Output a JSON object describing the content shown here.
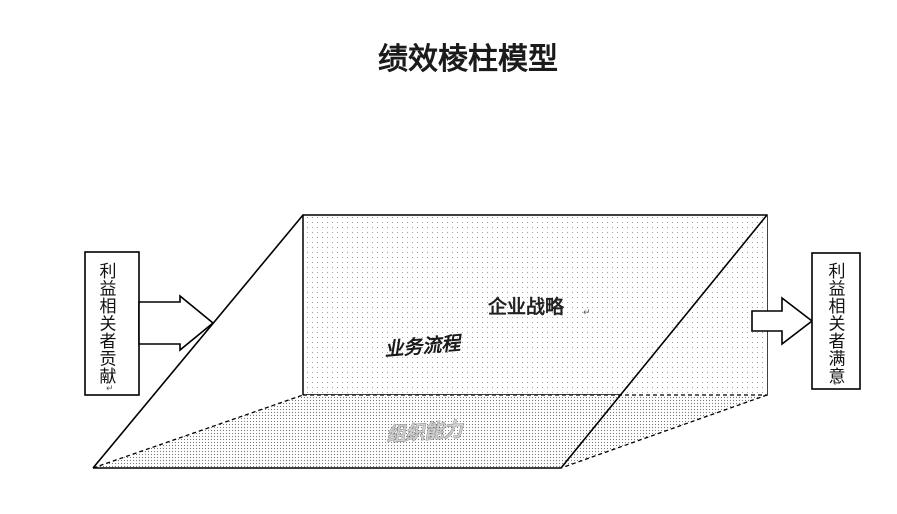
{
  "title": "绩效棱柱模型",
  "left_box": {
    "text": "利益相关者贡献",
    "end_mark": "↵"
  },
  "right_box": {
    "text": "利益相关者满意",
    "end_mark": "↵"
  },
  "prism": {
    "back_face_label": "企业战略",
    "back_face_mark": "↵",
    "middle_label": "业务流程",
    "floor_label": "组织能力"
  },
  "colors": {
    "line": "#000000",
    "dot_light": "#8a8a8a",
    "dot_dense": "#777777",
    "background": "#ffffff"
  },
  "icons": {
    "left_arrow": "right-arrow-icon",
    "right_arrow": "right-arrow-icon"
  }
}
